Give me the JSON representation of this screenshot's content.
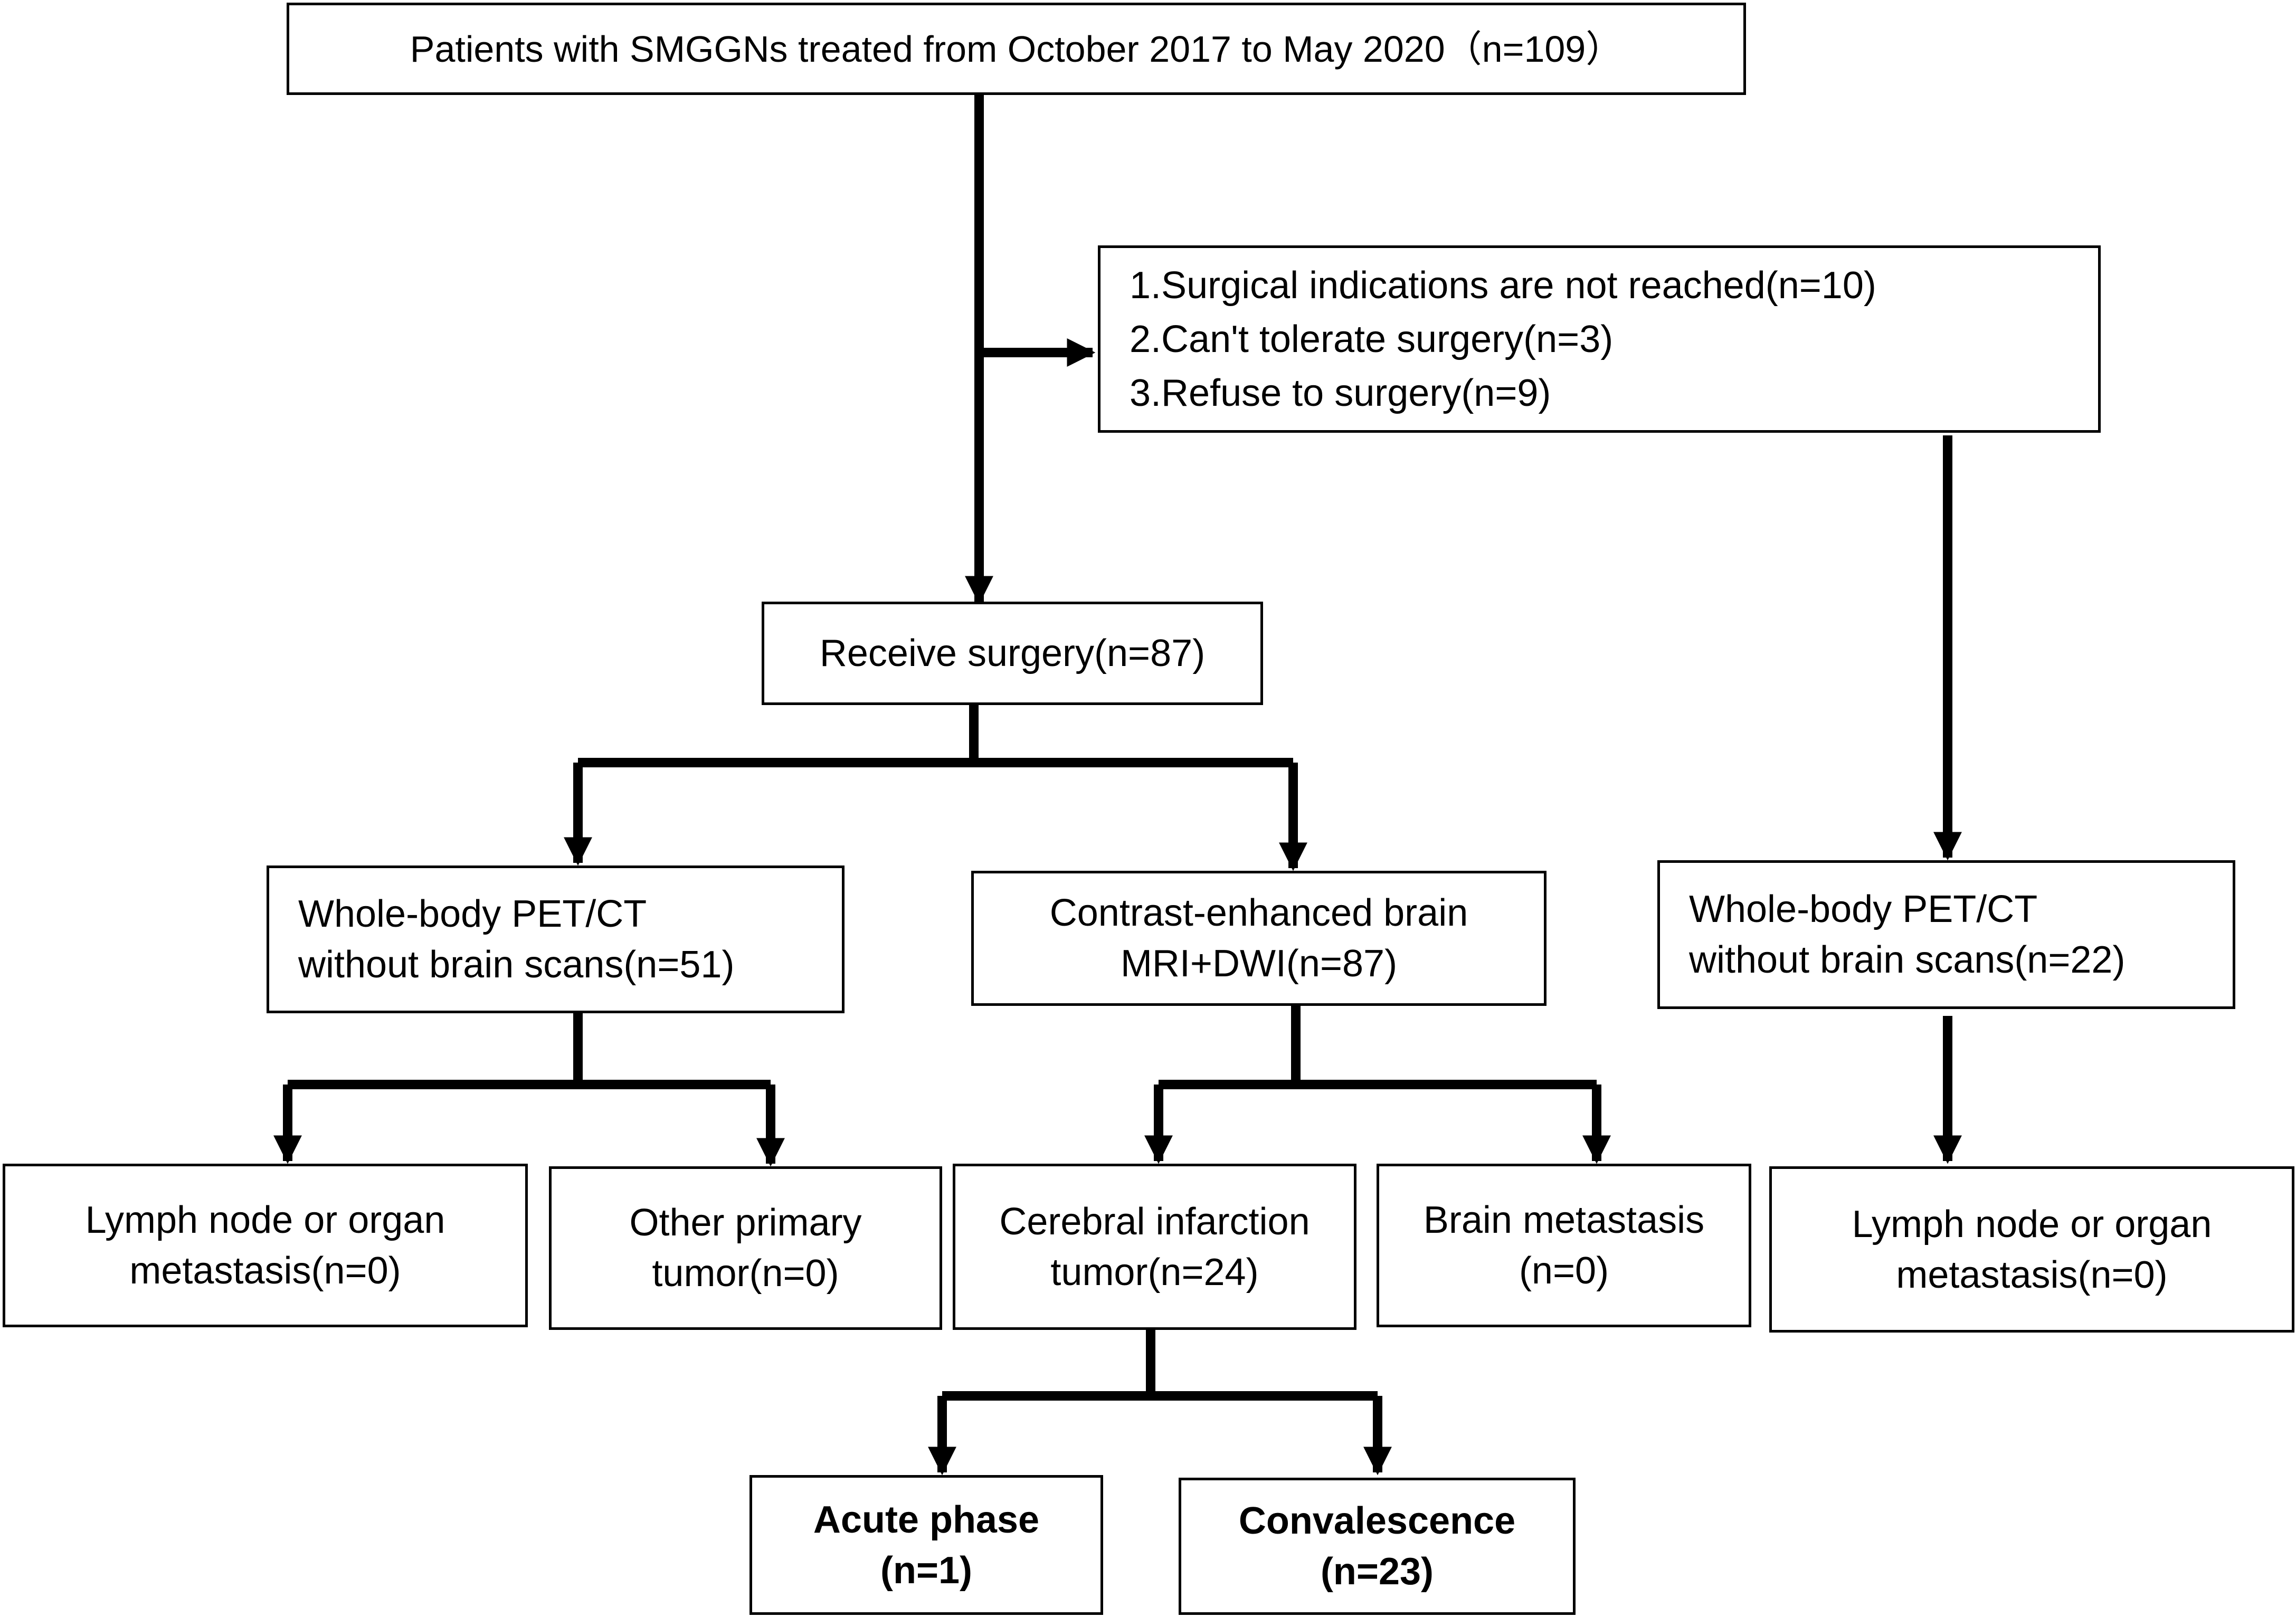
{
  "boxes": {
    "total": {
      "lines": [
        "Patients with SMGGNs treated from October 2017 to May 2020（n=109）"
      ]
    },
    "excluded": {
      "lines": [
        "1.Surgical indications are not reached(n=10)",
        "2.Can't tolerate surgery(n=3)",
        "3.Refuse to surgery(n=9)"
      ]
    },
    "surgery": {
      "lines": [
        "Receive surgery(n=87)"
      ]
    },
    "pet_surgical": {
      "lines": [
        "Whole-body PET/CT",
        "without brain scans(n=51)"
      ]
    },
    "mri": {
      "lines": [
        "Contrast-enhanced brain",
        "MRI+DWI(n=87)"
      ]
    },
    "pet_nonsurgical": {
      "lines": [
        "Whole-body PET/CT",
        "without brain scans(n=22)"
      ]
    },
    "lymph_surgical": {
      "lines": [
        "Lymph node or organ",
        "metastasis(n=0)"
      ]
    },
    "other_primary": {
      "lines": [
        "Other primary",
        "tumor(n=0)"
      ]
    },
    "cerebral_infarction": {
      "lines": [
        "Cerebral infarction",
        "tumor(n=24)"
      ]
    },
    "brain_metastasis": {
      "lines": [
        "Brain metastasis",
        "(n=0)"
      ]
    },
    "lymph_nonsurgical": {
      "lines": [
        "Lymph node or organ",
        "metastasis(n=0)"
      ]
    },
    "acute": {
      "lines": [
        "Acute phase",
        "(n=1)"
      ]
    },
    "convalescence": {
      "lines": [
        "Convalescence",
        "(n=23)"
      ]
    }
  },
  "colors": {
    "line": "#000000",
    "box_border": "#000000",
    "background": "#ffffff"
  }
}
